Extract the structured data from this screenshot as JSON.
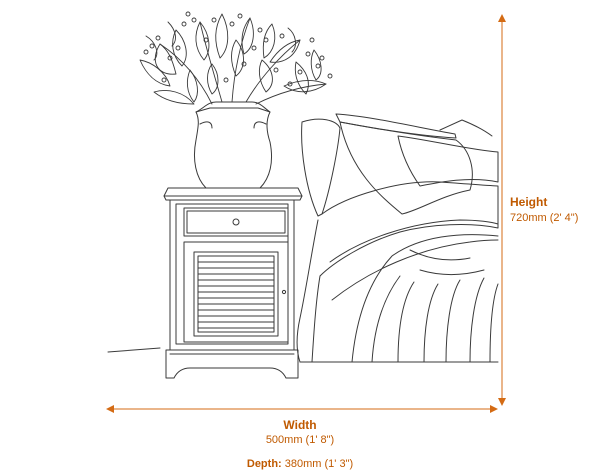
{
  "accent_color": "#d46b14",
  "line_color": "#3a3a3a",
  "height": {
    "title": "Height",
    "value": "720mm (2' 4\")"
  },
  "width": {
    "title": "Width",
    "value": "500mm (1' 8\")"
  },
  "depth": {
    "title": "Depth:",
    "value": "380mm (1' 3\")"
  }
}
